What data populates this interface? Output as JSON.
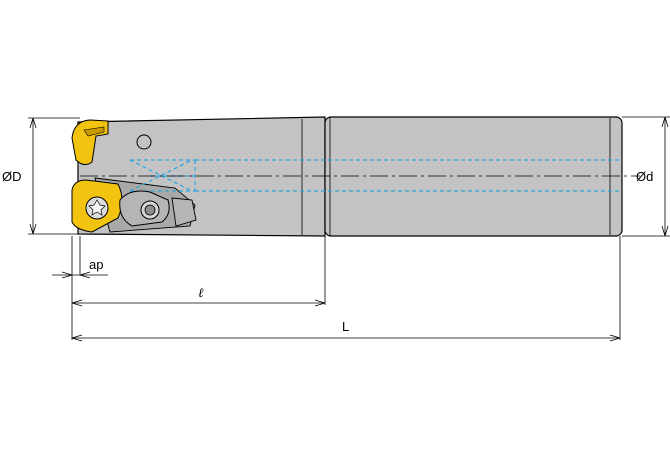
{
  "labels": {
    "cutter_diameter": "ØD",
    "shank_diameter": "Ød",
    "depth_of_cut": "ap",
    "head_length": "ℓ",
    "overall_length": "L"
  },
  "colors": {
    "body": "#c3c3c3",
    "insert": "#f2c40f",
    "coolant": "#2aa7e0",
    "outline": "#000000"
  }
}
